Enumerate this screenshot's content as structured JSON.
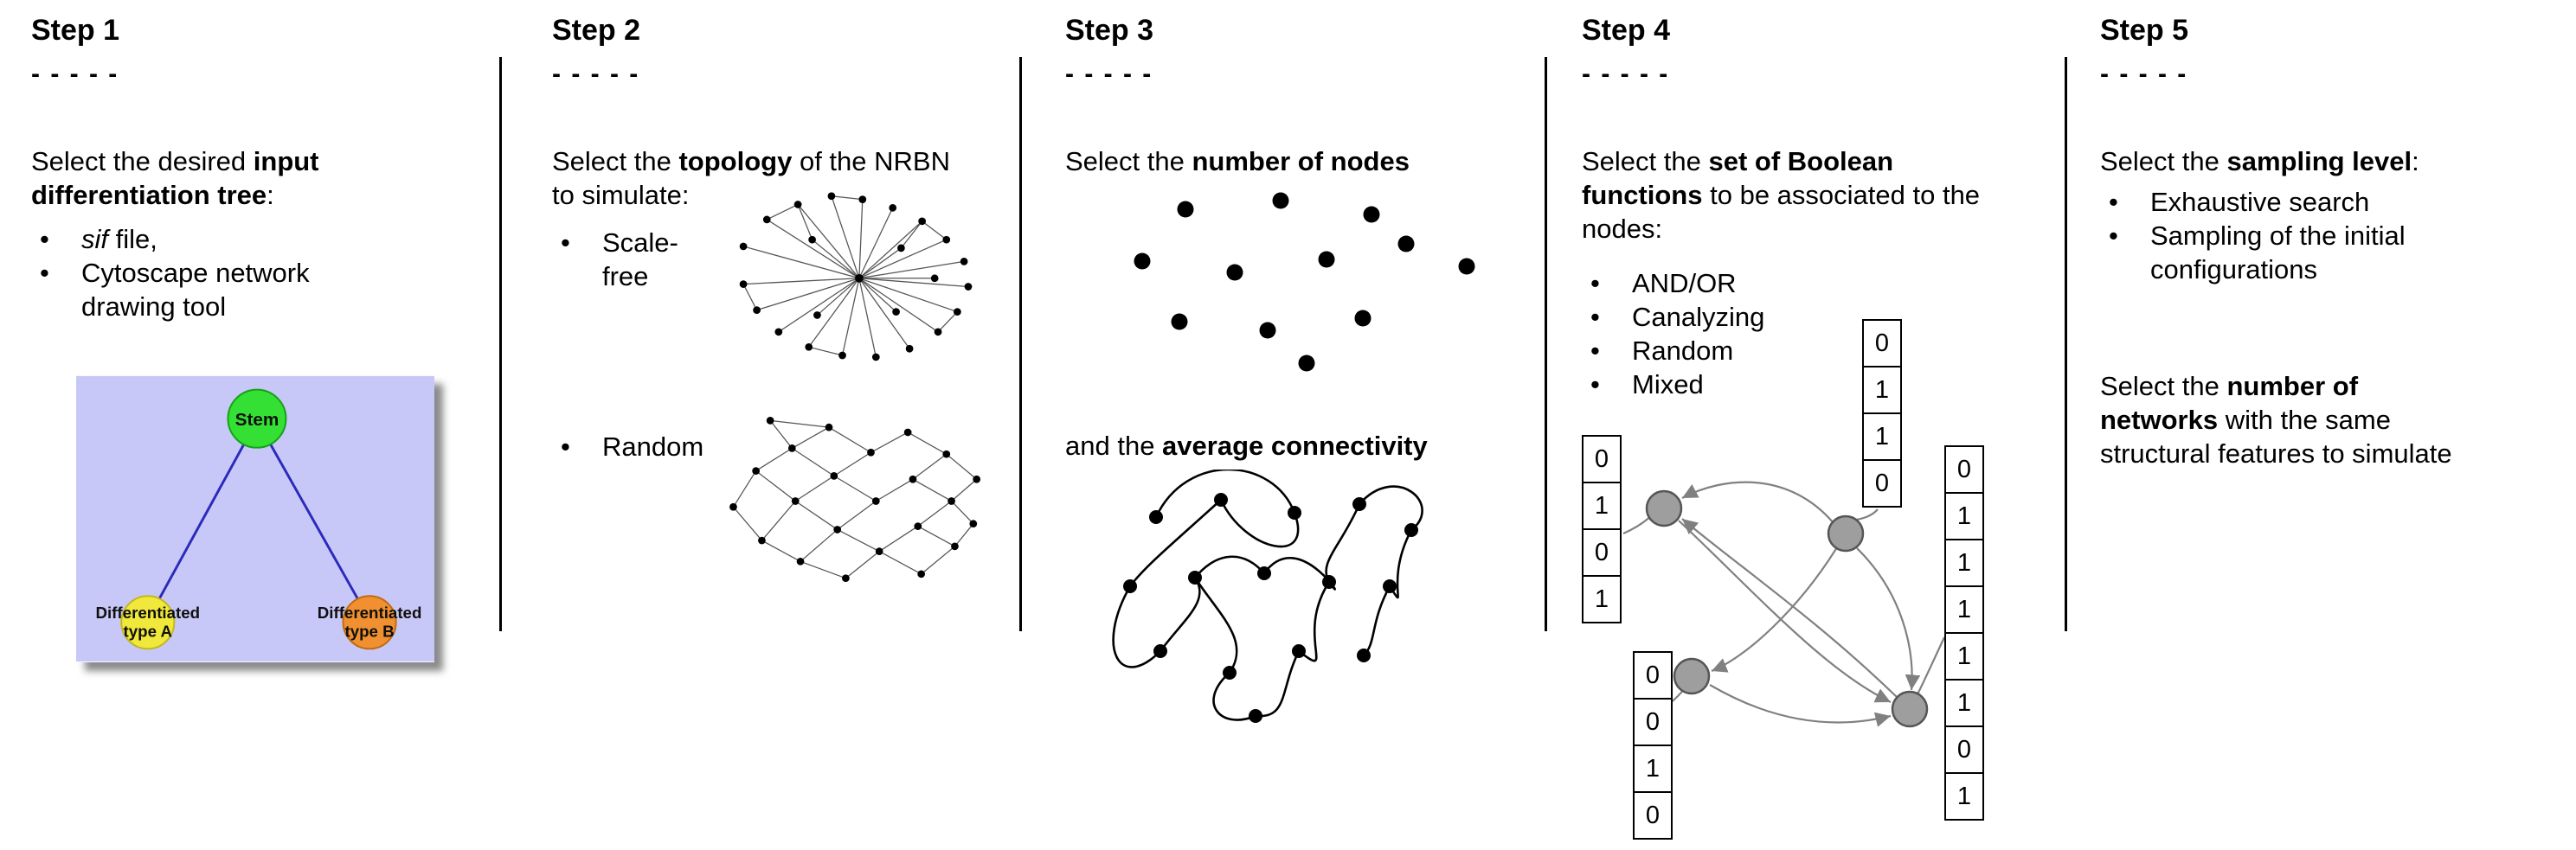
{
  "ui": {
    "bullet": "•"
  },
  "steps": {
    "step1": {
      "title": "Step 1",
      "dashes": "- - - - -",
      "intro": {
        "normal1": "Select the desired ",
        "bold": "input differentiation tree",
        "normal2": ":"
      },
      "bullets": {
        "b1_italic": "sif",
        "b1_rest": " file,",
        "b2": "Cytoscape network drawing tool"
      },
      "tree": {
        "background": "#c8c8f8",
        "edge_color": "#2b2bbb",
        "stem": {
          "label": "Stem",
          "color": "#33e033"
        },
        "type_a": {
          "line1": "Differentiated",
          "line2": "type A",
          "color": "#f0e83a"
        },
        "type_b": {
          "line1": "Differentiated",
          "line2": "type B",
          "color": "#f09030"
        }
      }
    },
    "step2": {
      "title": "Step 2",
      "dashes": "- - - - -",
      "intro": {
        "normal1": "Select the ",
        "bold": "topology",
        "normal2": " of the NRBN to simulate:"
      },
      "bullets": {
        "b1": "Scale-free",
        "b2": "Random"
      }
    },
    "step3": {
      "title": "Step 3",
      "dashes": "- - - - -",
      "line1": {
        "normal": "Select the ",
        "bold": "number of nodes"
      },
      "line2": {
        "normal": "and the ",
        "bold": "average connectivity"
      }
    },
    "step4": {
      "title": "Step 4",
      "dashes": "- - - - -",
      "intro": {
        "normal1": "Select the ",
        "bold": "set of Boolean functions",
        "normal2": " to be associated to the nodes:"
      },
      "bullets": [
        "AND/OR",
        "Canalyzing",
        "Random",
        "Mixed"
      ],
      "node_color": "#9e9e9e",
      "truth_tables": {
        "left": [
          "0",
          "1",
          "0",
          "1"
        ],
        "top": [
          "0",
          "1",
          "1",
          "0"
        ],
        "bottom_left": [
          "0",
          "0",
          "1",
          "0"
        ],
        "right": [
          "0",
          "1",
          "1",
          "1",
          "1",
          "1",
          "0",
          "1"
        ]
      }
    },
    "step5": {
      "title": "Step 5",
      "dashes": "- - - - -",
      "intro": {
        "normal1": "Select the ",
        "bold": "sampling level",
        "normal2": ":"
      },
      "bullets": {
        "b1": "Exhaustive search",
        "b2": "Sampling of the initial configurations"
      },
      "para2": {
        "l1n": "Select the ",
        "l1b": "number of",
        "l2b": "networks",
        "l2n": " with the same",
        "l3": "structural features to simulate"
      }
    }
  }
}
